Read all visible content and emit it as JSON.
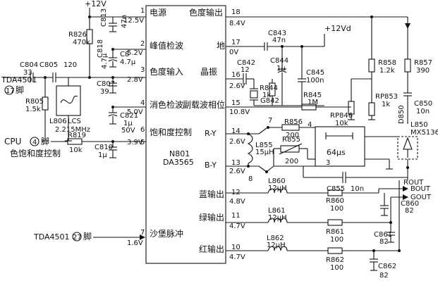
{
  "ic": {
    "ref": "N801",
    "part": "DA3565"
  },
  "supply": {
    "main": "+12V",
    "vd": "+12Vd"
  },
  "left_pins": [
    {
      "num": "1",
      "name": "电源",
      "volt": "12.5V"
    },
    {
      "num": "2",
      "name": "峰值检波",
      "volt": "5.2V"
    },
    {
      "num": "3",
      "name": "色度输入",
      "volt": "2.8V"
    },
    {
      "num": "4",
      "name": "消色检波",
      "volt": "5.0V"
    },
    {
      "num": "6",
      "name": "饱和度控制",
      "volt": ""
    },
    {
      "num": "5",
      "name": "",
      "volt": "3.9V"
    },
    {
      "num": "7",
      "name": "沙堡脉冲",
      "volt": "1.6V"
    }
  ],
  "right_pins": [
    {
      "num": "18",
      "name": "色度输出",
      "volt": "8.4V"
    },
    {
      "num": "17",
      "name": "地",
      "volt": "0V"
    },
    {
      "num": "16",
      "name": "晶振",
      "volt": "2.6V"
    },
    {
      "num": "15",
      "name": "副载波相位",
      "volt": "10.8V"
    },
    {
      "num": "14",
      "name": "R-Y",
      "volt": "2.6V"
    },
    {
      "num": "13",
      "name": "B-Y",
      "volt": "2.6V"
    },
    {
      "num": "12",
      "name": "蓝输出",
      "volt": "4.8V"
    },
    {
      "num": "11",
      "name": "绿输出",
      "volt": "4.7V"
    },
    {
      "num": "10",
      "name": "红输出",
      "volt": "4.7V"
    }
  ],
  "components": {
    "c813": {
      "ref": "C813",
      "val": "47n"
    },
    "r826": {
      "ref": "R826",
      "val": "470k"
    },
    "c818": {
      "ref": "C818",
      "val": "4.7μ"
    },
    "c8": {
      "ref": "C8",
      "val": "4.7μ"
    },
    "c804": {
      "ref": "C804",
      "val": "33"
    },
    "c805": {
      "ref": "C805",
      "val": "120"
    },
    "c807": {
      "ref": "C807",
      "val": "39"
    },
    "r805": {
      "ref": "R805",
      "val": "1.5k"
    },
    "l806": {
      "ref": "L806"
    },
    "lcs": {
      "ref": "LCS",
      "val": "2.215MHz"
    },
    "c821": {
      "ref": "C821",
      "val": "1μ",
      "volt": "50V"
    },
    "r819": {
      "ref": "R819",
      "val": "10k"
    },
    "c810": {
      "ref": "C810",
      "val": "1μ"
    },
    "c843": {
      "ref": "C843",
      "val": "47n"
    },
    "c844": {
      "ref": "C844",
      "val": "1μ"
    },
    "c845": {
      "ref": "C845",
      "val": "100n"
    },
    "c842": {
      "ref": "C842",
      "val": "12"
    },
    "r844": {
      "ref": "R844",
      "val": "1k"
    },
    "g842": {
      "ref": "G842"
    },
    "r845": {
      "ref": "R845",
      "val": "1M"
    },
    "rp846": {
      "ref": "RP846",
      "val": "10k"
    },
    "r858": {
      "ref": "R858",
      "val": "1.2k"
    },
    "r857": {
      "ref": "R857",
      "val": "390"
    },
    "rp853": {
      "ref": "RP853",
      "val": "1k"
    },
    "c850": {
      "ref": "C850",
      "val": "10n"
    },
    "d850": {
      "ref": "D850"
    },
    "l850": {
      "ref": "L850",
      "val": "MX5136"
    },
    "l855": {
      "ref": "L855",
      "val": "15μH"
    },
    "r856": {
      "ref": "R856",
      "val": "200"
    },
    "r855": {
      "ref": "R855",
      "val": "200"
    },
    "delay": {
      "label": "64μs"
    },
    "c855": {
      "ref": "C855",
      "val": "10n"
    },
    "l860": {
      "ref": "L860",
      "val": "12μH"
    },
    "r860": {
      "ref": "R860",
      "val": "100"
    },
    "c860": {
      "ref": "C860",
      "val": "82"
    },
    "l861": {
      "ref": "L861",
      "val": "12μH"
    },
    "r861": {
      "ref": "R861",
      "val": "100"
    },
    "c861": {
      "ref": "C861",
      "val": "82"
    },
    "l862": {
      "ref": "L862",
      "val": "12μH"
    },
    "r862": {
      "ref": "R862",
      "val": "100"
    },
    "c862": {
      "ref": "C862",
      "val": "82"
    }
  },
  "nodes": {
    "n7": "7",
    "n8": "8",
    "delay_pin4": "4",
    "delay_pin3": "3"
  },
  "outputs": {
    "rout": "ROUT",
    "bout": "BOUT",
    "gout": "GOUT"
  },
  "inputs": {
    "tda_top_a": "TDA4501",
    "tda_top_b": "脚",
    "tda_top_pin": "17",
    "cpu_a": "CPU",
    "cpu_b": "脚",
    "cpu_pin": "4",
    "cpu_desc": "色饱和度控制",
    "tda_bottom_a": "TDA4501",
    "tda_bottom_b": "脚",
    "tda_bottom_pin": "27"
  }
}
